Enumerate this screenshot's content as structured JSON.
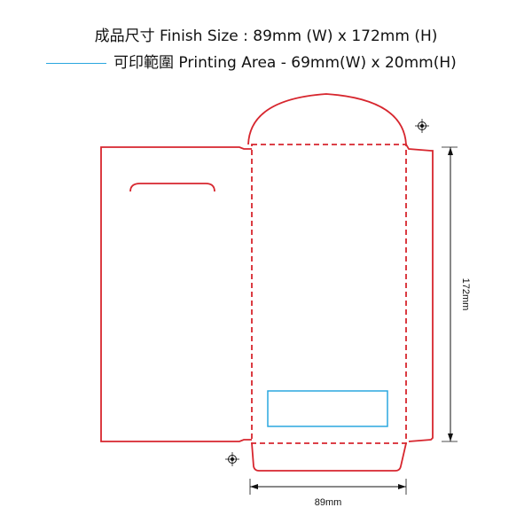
{
  "header": {
    "finish_size": "成品尺寸 Finish Size : 89mm (W) x 172mm (H)",
    "printing_area": "可印範圍 Printing Area - 69mm(W) x 20mm(H)"
  },
  "dimensions": {
    "height_label": "172mm",
    "width_label": "89mm"
  },
  "colors": {
    "cut_line": "#d7262e",
    "print_area": "#2aa7df",
    "dim_line": "#111111"
  }
}
